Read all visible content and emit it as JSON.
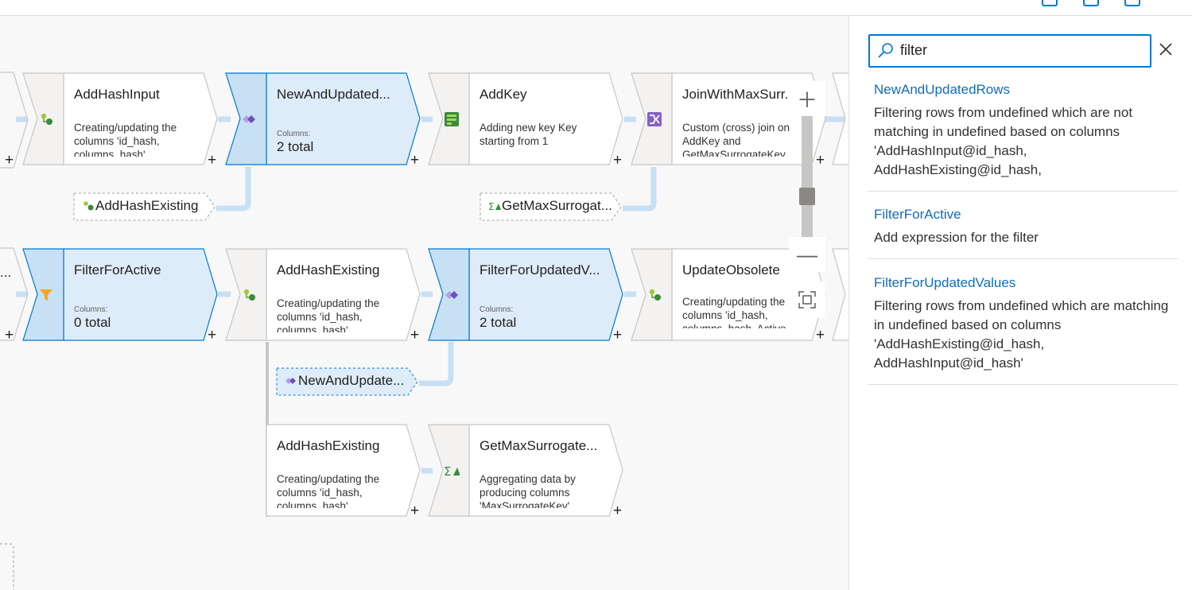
{
  "search": {
    "value": "filter"
  },
  "results": [
    {
      "title": "NewAndUpdatedRows",
      "description": "Filtering rows from undefined which are not matching in undefined based on columns 'AddHashInput@id_hash, AddHashExisting@id_hash,"
    },
    {
      "title": "FilterForActive",
      "description": "Add expression for the filter"
    },
    {
      "title": "FilterForUpdatedValues",
      "description": "Filtering rows from undefined which are matching in undefined based on columns 'AddHashExisting@id_hash, AddHashInput@id_hash'"
    }
  ],
  "nodes": [
    {
      "title": "AddHashInput",
      "description": "Creating/updating the columns 'id_hash, columns_hash'",
      "icon": "derived-column-icon",
      "selected": false
    },
    {
      "title": "NewAndUpdated...",
      "columns_label": "Columns:",
      "columns_value": "2 total",
      "icon": "exists-icon",
      "selected": true
    },
    {
      "title": "AddKey",
      "description": "Adding new key Key starting from 1",
      "icon": "surrogate-key-icon",
      "selected": false
    },
    {
      "title": "JoinWithMaxSurr...",
      "description": "Custom (cross) join on AddKey and GetMaxSurrogateKey",
      "icon": "join-icon",
      "selected": false
    },
    {
      "title": "FilterForActive",
      "columns_label": "Columns:",
      "columns_value": "0 total",
      "icon": "filter-icon",
      "selected": true
    },
    {
      "title": "AddHashExisting",
      "description": "Creating/updating the columns 'id_hash, columns_hash'",
      "icon": "derived-column-icon",
      "selected": false
    },
    {
      "title": "FilterForUpdatedV...",
      "columns_label": "Columns:",
      "columns_value": "2 total",
      "icon": "exists-icon",
      "selected": true
    },
    {
      "title": "UpdateObsolete",
      "description": "Creating/updating the columns 'id_hash, columns_hash, Active, ActiveEndTime'",
      "icon": "derived-column-icon",
      "selected": false
    },
    {
      "title": "AddHashExisting",
      "description": "Creating/updating the columns 'id_hash, columns_hash'",
      "icon": "derived-column-icon",
      "selected": false
    },
    {
      "title": "GetMaxSurrogate...",
      "description": "Aggregating data by producing columns 'MaxSurrogateKey'",
      "icon": "aggregate-icon",
      "selected": false
    }
  ],
  "refs": [
    {
      "label": "AddHashExisting",
      "icon": "derived-column-icon"
    },
    {
      "label": "GetMaxSurrogat...",
      "icon": "aggregate-icon"
    },
    {
      "label": "NewAndUpdate...",
      "icon": "exists-icon"
    }
  ],
  "labels": {
    "plus": "+",
    "ellipsis": "..."
  },
  "colors": {
    "accent": "#0078d4",
    "link": "#0f6cbd",
    "selected_fill": "#deecf9",
    "connector": "#c7e0f4"
  }
}
